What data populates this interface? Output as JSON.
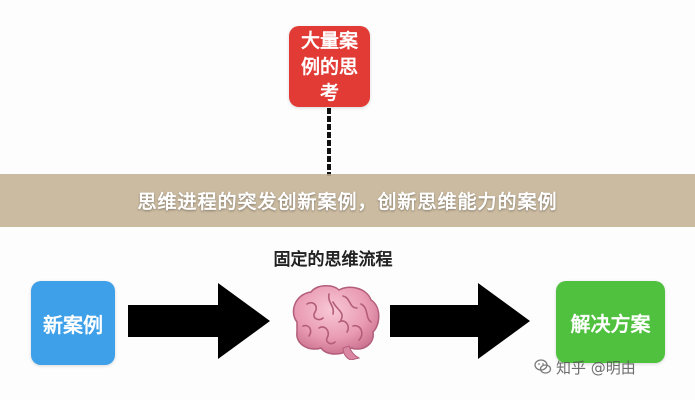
{
  "banner": {
    "title": "思维进程的突发创新案例，创新思维能力的案例"
  },
  "diagram": {
    "top_box": "大量案例的思考",
    "center_label": "固定的思维流程",
    "left_box": "新案例",
    "right_box": "解决方案"
  },
  "watermark": {
    "text": "知乎 @明由"
  },
  "colors": {
    "top_box": "#e23b36",
    "left_box": "#3da0e8",
    "right_box": "#4fc13e",
    "banner": "#c4b294",
    "arrow": "#000000"
  },
  "icons": {
    "center": "brain-icon",
    "watermark": "wechat-icon"
  }
}
